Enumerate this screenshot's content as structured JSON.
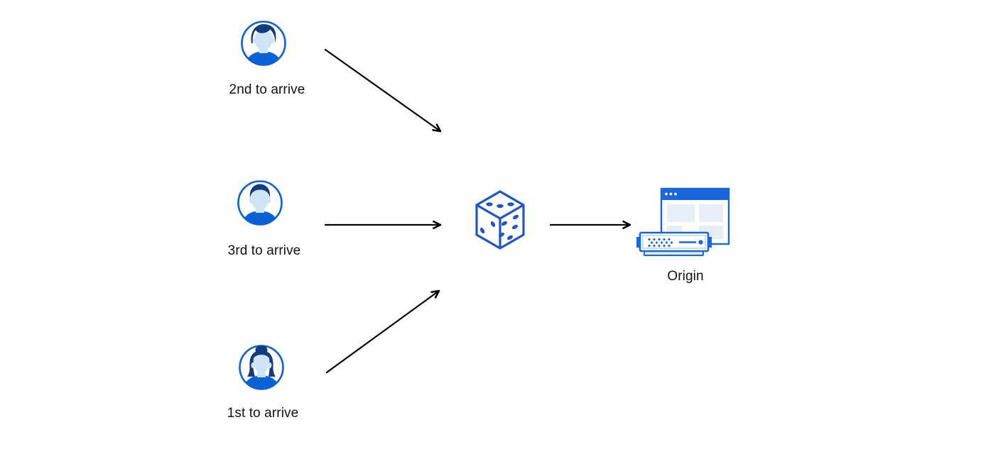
{
  "page": {
    "background": "#ffffff",
    "type": "load-balancing-random-steering-diagram"
  },
  "diagram": {
    "clients": [
      {
        "id": "client-2nd",
        "label": "2nd to arrive",
        "icon": "man-avatar-icon"
      },
      {
        "id": "client-3rd",
        "label": "3rd to arrive",
        "icon": "man-avatar-icon"
      },
      {
        "id": "client-1st",
        "label": "1st to arrive",
        "icon": "woman-avatar-icon"
      }
    ],
    "router": {
      "id": "random-selector",
      "icon": "dice-icon"
    },
    "origin": {
      "id": "origin",
      "label": "Origin",
      "icon": "origin-server-browser-icon"
    },
    "edges": [
      {
        "from": "client-2nd",
        "to": "random-selector"
      },
      {
        "from": "client-3rd",
        "to": "random-selector"
      },
      {
        "from": "client-1st",
        "to": "random-selector"
      },
      {
        "from": "random-selector",
        "to": "origin"
      }
    ],
    "colors": {
      "avatar_ring_blue": "#0b61d6",
      "avatar_shirt_blue": "#0b61d6",
      "hair_dark_blue": "#123c7d",
      "face_light_blue": "#cfe4f5",
      "dice_blue": "#1f54cc",
      "origin_blue": "#1a66de",
      "pale_panel_blue": "#e6eff8",
      "server_base_blue": "#dceafa",
      "arrow_black": "#000000",
      "text_black": "#111111"
    }
  }
}
